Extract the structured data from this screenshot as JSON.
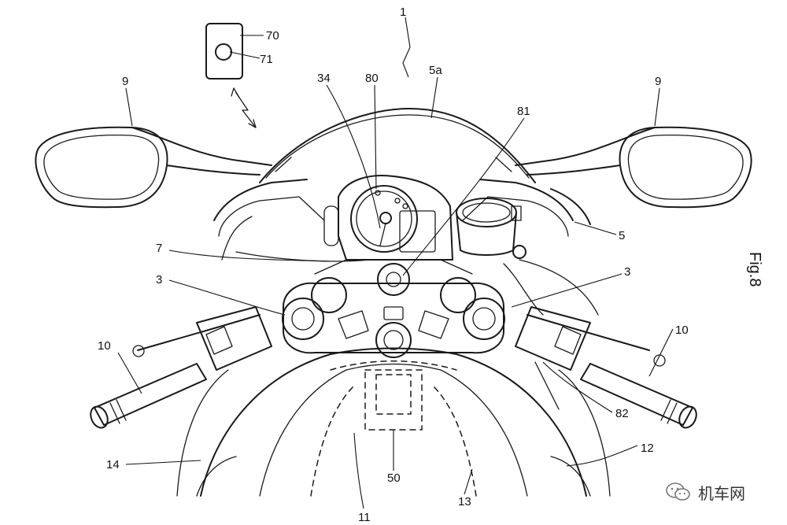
{
  "figure": {
    "label": "Fig.8"
  },
  "labels": {
    "l1": "1",
    "l5a": "5a",
    "l9a": "9",
    "l9b": "9",
    "l70": "70",
    "l71": "71",
    "l34": "34",
    "l80": "80",
    "l81": "81",
    "l5": "5",
    "l7": "7",
    "l3a": "3",
    "l3b": "3",
    "l10a": "10",
    "l10b": "10",
    "l82": "82",
    "l12": "12",
    "l14": "14",
    "l50": "50",
    "l11": "11",
    "l13": "13"
  },
  "watermark": {
    "text": "机车网",
    "icon": "wechat-icon"
  }
}
